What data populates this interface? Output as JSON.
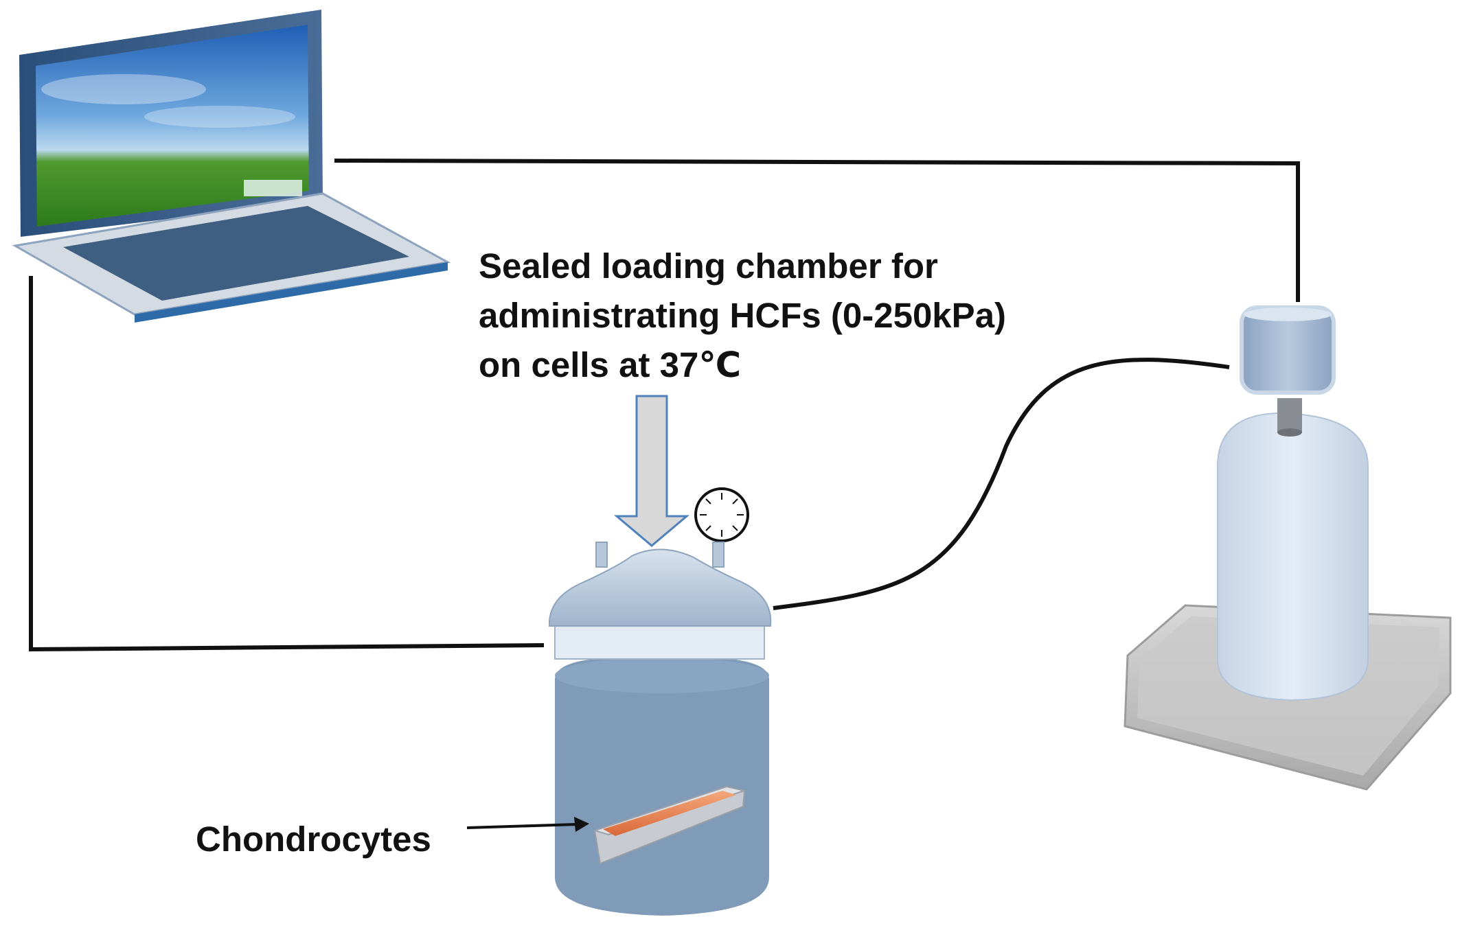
{
  "labels": {
    "chamber_line1": "Sealed loading chamber for",
    "chamber_line2": "administrating HCFs (0-250kPa)",
    "chamber_line3": "on cells at 37℃",
    "cells": "Chondrocytes"
  },
  "components": {
    "computer": "laptop",
    "pump": "pressure-pump",
    "chamber": "loading-chamber",
    "gauge": "pressure-gauge",
    "cell_dish": "culture-dish"
  },
  "colors": {
    "wire": "#111111",
    "chamber_body": "#7f9bb8",
    "lid": "#c8d6e6",
    "pump": "#dbe5f1",
    "base": "#c6c6c6",
    "cells": "#e8895a",
    "arrow_fill": "#d8d8d8",
    "arrow_stroke": "#4f81bd"
  }
}
